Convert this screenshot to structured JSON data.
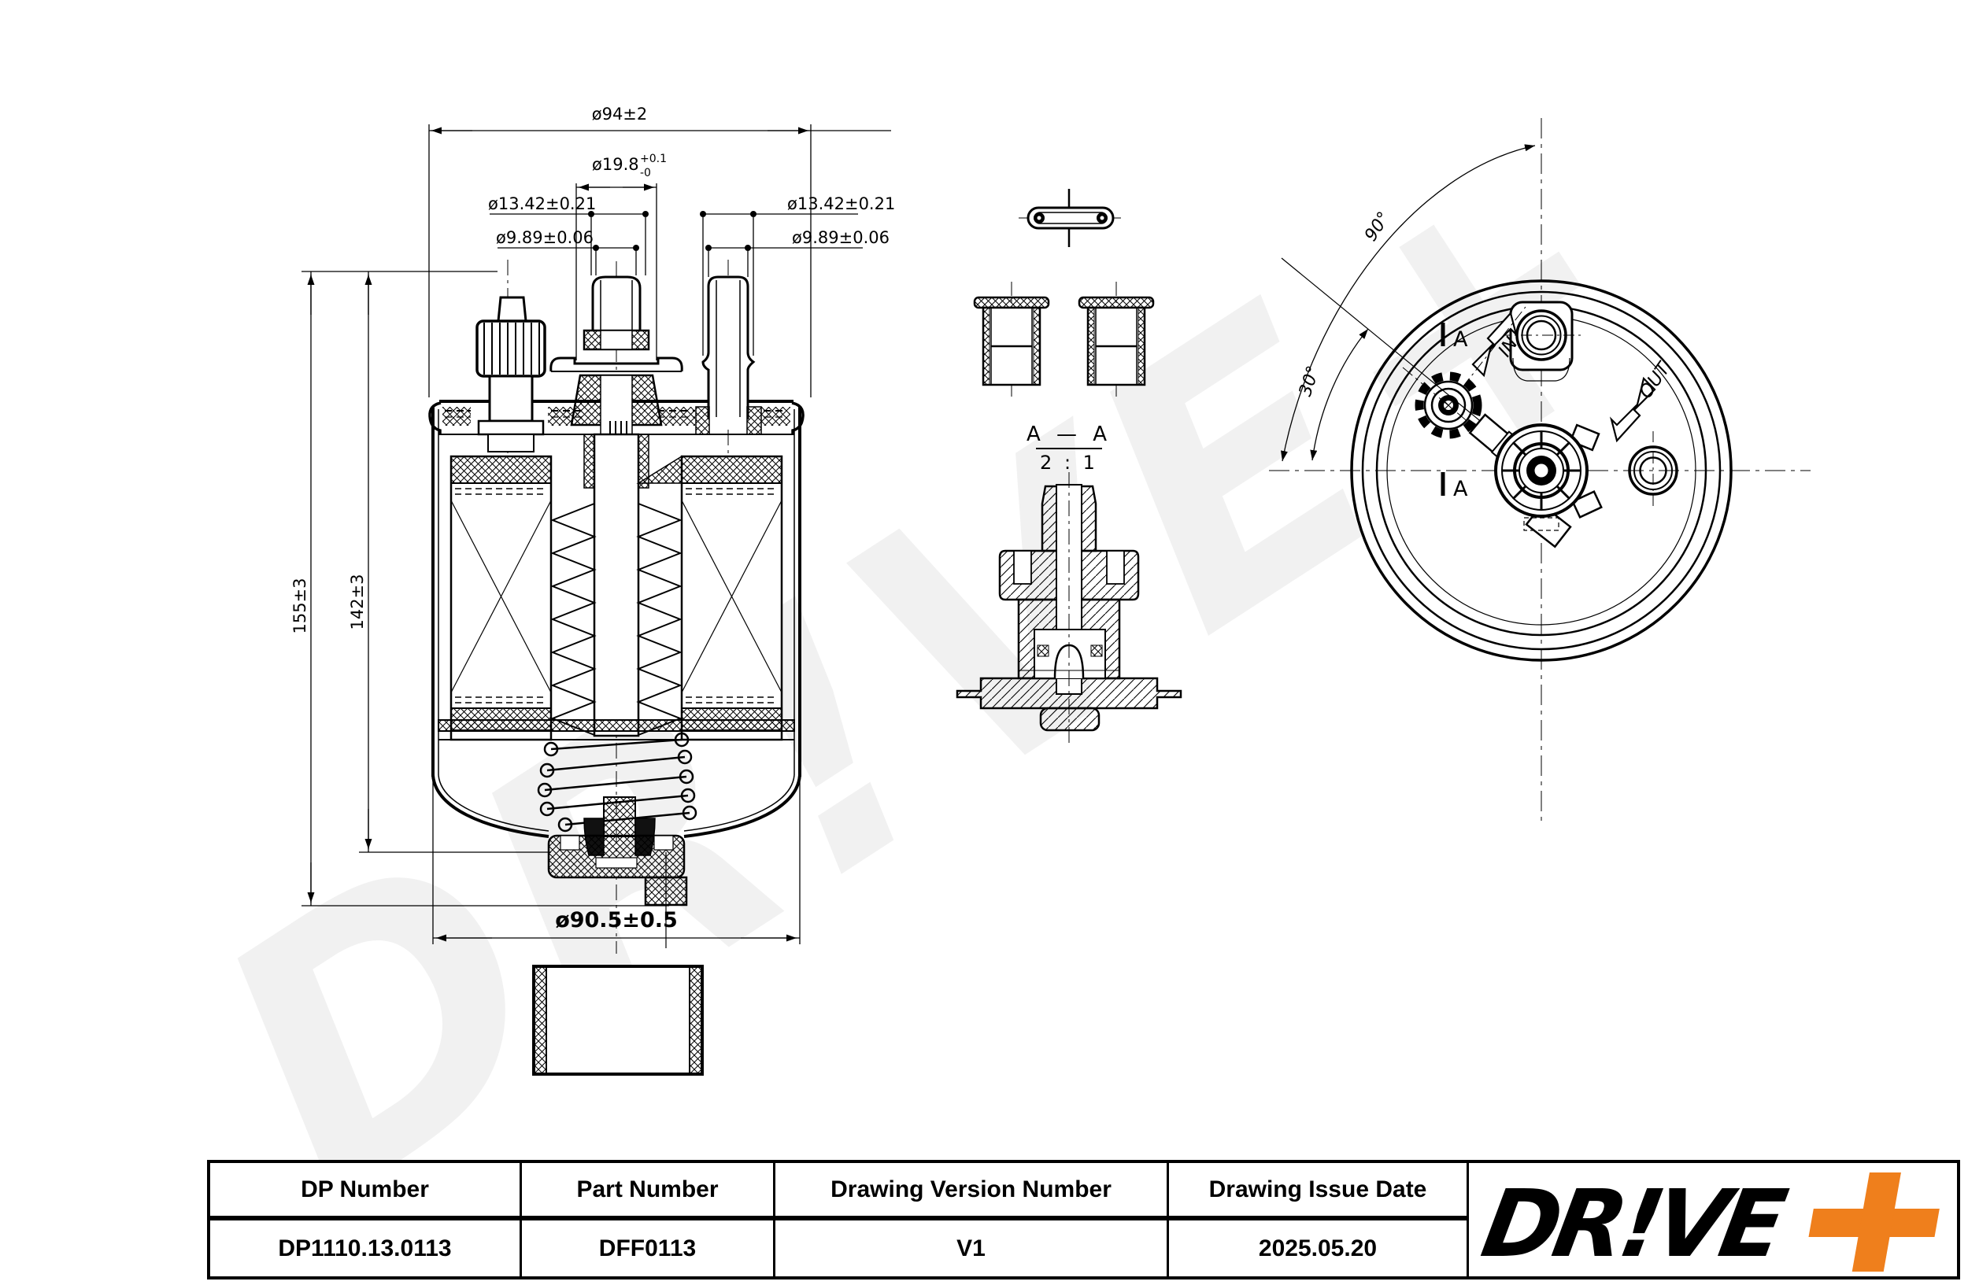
{
  "drawing": {
    "dims": {
      "dia94": "ø94±2",
      "dia19_8": "ø19.8",
      "tol_plus": "+0.1",
      "tol_minus": "-0",
      "dia13_left": "ø13.42±0.21",
      "dia13_right": "ø13.42±0.21",
      "dia9_left": "ø9.89±0.06",
      "dia9_right": "ø9.89±0.06",
      "height155": "155±3",
      "height142": "142±3",
      "dia90_5": "ø90.5±0.5"
    },
    "section": {
      "title": "A — A",
      "scale": "2 : 1",
      "marker_top": "A",
      "marker_bottom": "A"
    },
    "topview": {
      "angle90": "90°",
      "angle30": "30°",
      "inlet": "IN",
      "outlet": "OUT"
    },
    "watermark": "DR!VE+"
  },
  "table": {
    "headers": [
      "DP Number",
      "Part Number",
      "Drawing Version Number",
      "Drawing Issue Date"
    ],
    "values": [
      "DP1110.13.0113",
      "DFF0113",
      "V1",
      "2025.05.20"
    ]
  },
  "logo": {
    "part1": "DR",
    "part2": "!",
    "part3": "VE"
  },
  "colors": {
    "logo_orange": "#EF7F1C",
    "logo_gray": "#6A6A6D",
    "line": "#000000"
  }
}
